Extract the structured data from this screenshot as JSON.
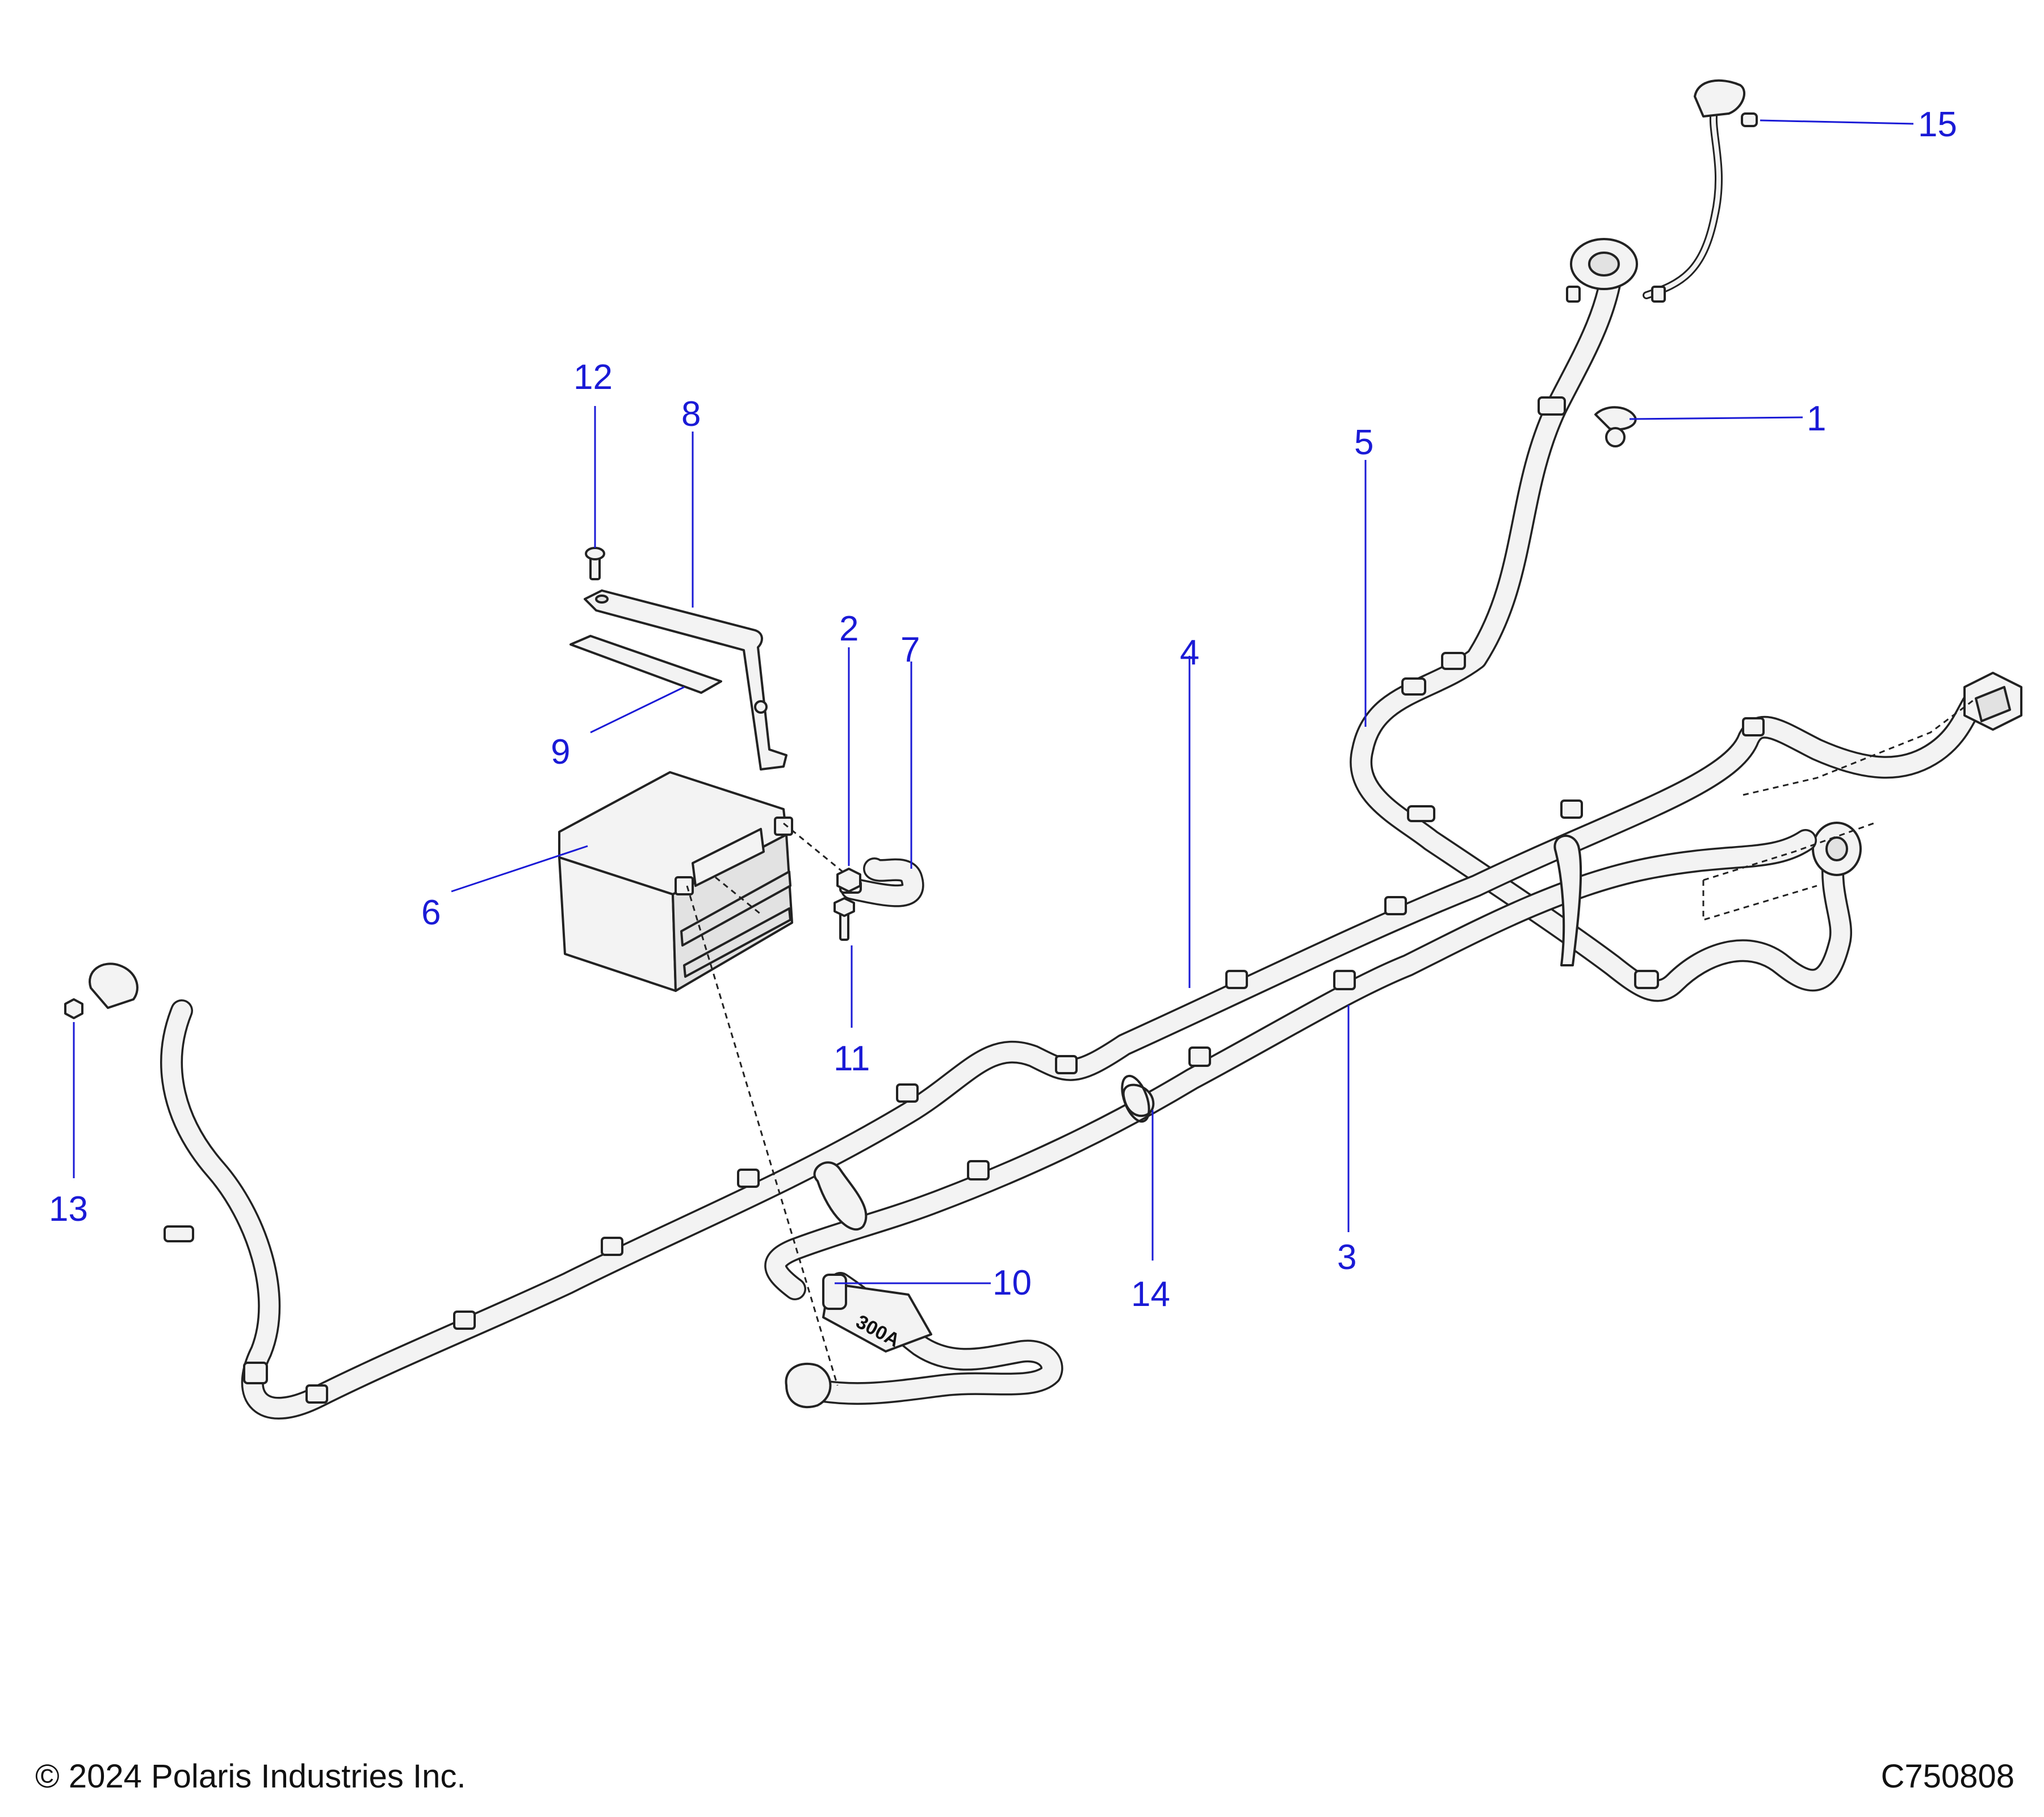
{
  "callouts": {
    "c1": "1",
    "c2": "2",
    "c3": "3",
    "c4": "4",
    "c5": "5",
    "c6": "6",
    "c7": "7",
    "c8": "8",
    "c9": "9",
    "c10": "10",
    "c11": "11",
    "c12": "12",
    "c13": "13",
    "c14": "14",
    "c15": "15"
  },
  "fuse_label": "300A",
  "footer": {
    "copyright": "© 2024 Polaris Industries Inc.",
    "figure_id": "C750808"
  },
  "colors": {
    "callout": "#1a1ad6",
    "line_art": "#222222",
    "part_fill": "#f3f3f3"
  }
}
